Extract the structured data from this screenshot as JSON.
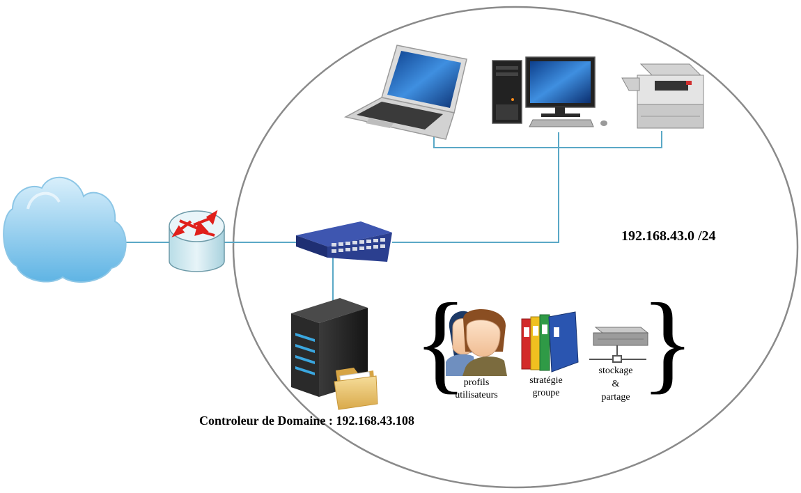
{
  "network": {
    "subnet_label": "192.168.43.0 /24"
  },
  "domain_controller": {
    "label": "Controleur de Domaine : 192.168.43.108"
  },
  "services": {
    "profiles": [
      "profils",
      "utilisateurs"
    ],
    "group_policy": [
      "stratégie",
      "groupe"
    ],
    "storage": [
      "stockage",
      "&",
      "partage"
    ]
  },
  "colors": {
    "link_line": "#5aa8c6",
    "ellipse_border": "#8a8a8a",
    "cloud": "#7cc3ea",
    "router_arrows": "#e0201b",
    "switch": "#2b3f8f"
  },
  "icons": [
    "cloud-icon",
    "router-icon",
    "switch-icon",
    "laptop-icon",
    "desktop-pc-icon",
    "printer-icon",
    "server-icon",
    "folder-icon",
    "users-icon",
    "binders-icon",
    "nas-icon"
  ]
}
